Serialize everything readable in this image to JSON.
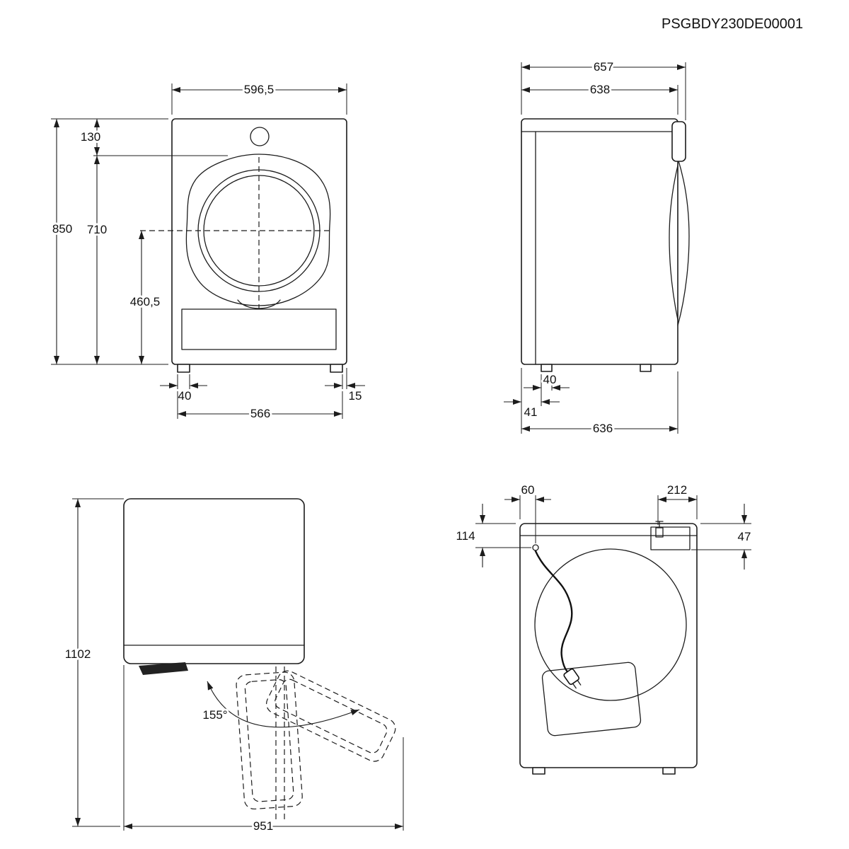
{
  "header": {
    "code": "PSGBDY230DE00001"
  },
  "front_view": {
    "dim_width": "596,5",
    "dim_height": "850",
    "dim_top_to_door": "130",
    "dim_door_top_to_floor": "710",
    "dim_door_center_to_floor": "460,5",
    "dim_foot_width": "40",
    "dim_foot_edge_inset": "15",
    "dim_feet_span": "566"
  },
  "side_view": {
    "dim_depth_total": "657",
    "dim_depth_body": "638",
    "dim_foot_width": "40",
    "dim_foot_back_offset": "41",
    "dim_depth_base": "636"
  },
  "open_door_view": {
    "dim_height_door_open": "1102",
    "dim_door_opening_angle": "155°",
    "dim_depth_door_open": "951"
  },
  "rear_view": {
    "dim_cord_from_left": "60",
    "dim_outlet_from_right": "212",
    "dim_cord_from_top": "114",
    "dim_outlet_from_top": "47"
  }
}
